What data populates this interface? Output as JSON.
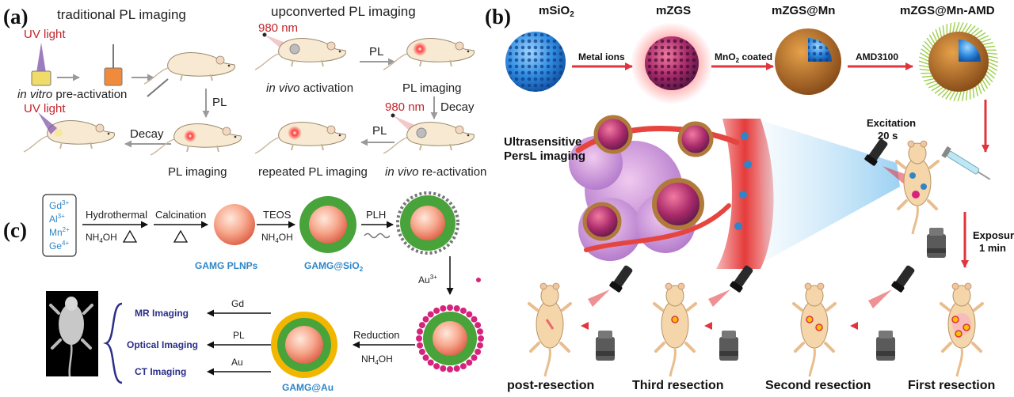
{
  "panel_a": {
    "label": "(a)",
    "traditional_title": "traditional PL imaging",
    "upconverted_title": "upconverted PL imaging",
    "uv_light_top": "UV light",
    "uv_light_bottom": "UV light",
    "in_vitro_italic": "in vitro",
    "in_vitro_rest": " pre-activation",
    "pl_arrow_left": "PL",
    "decay_left": "Decay",
    "pl_imaging_left": "PL imaging",
    "nm980_top": "980 nm",
    "in_vivo_act_italic": "in vivo",
    "in_vivo_act_rest": " activation",
    "pl_arrow_top": "PL",
    "pl_imaging_right": "PL imaging",
    "decay_right": "Decay",
    "nm980_bottom": "980 nm",
    "pl_arrow_bottom": "PL",
    "repeated": "repeated PL imaging",
    "in_vivo_re_italic": "in vivo",
    "in_vivo_re_rest": " re-activation"
  },
  "panel_b": {
    "label": "(b)",
    "msio2": "mSiO",
    "msio2_sub": "2",
    "mzgs": "mZGS",
    "mzgs_mn": "mZGS@Mn",
    "mzgs_mn_amd": "mZGS@Mn-AMD",
    "metal_ions": "Metal ions",
    "mno2_a": "MnO",
    "mno2_sub": "2",
    "mno2_b": " coated",
    "amd3100": "AMD3100",
    "ultrasensitive_1": "Ultrasensitive",
    "ultrasensitive_2": "PersL imaging",
    "excitation_1": "Excitation",
    "excitation_2": "20 s",
    "exposure_1": "Exposure",
    "exposure_2": "1 min",
    "post_resection": "post-resection",
    "third_resection": "Third resection",
    "second_resection": "Second resection",
    "first_resection": "First resection"
  },
  "panel_c": {
    "label": "(c)",
    "ions": [
      "Gd",
      "Al",
      "Mn",
      "Ge"
    ],
    "ion_sups": [
      "3+",
      "3+",
      "2+",
      "4+"
    ],
    "hydrothermal": "Hydrothermal",
    "nh4oh_a": "NH",
    "nh4oh_sub": "4",
    "nh4oh_b": "OH",
    "calcination": "Calcination",
    "teos": "TEOS",
    "plh": "PLH",
    "gamg_plnps": "GAMG  PLNPs",
    "gamg_sio2_a": "GAMG@SiO",
    "gamg_sio2_sub": "2",
    "au3_a": "Au",
    "au3_sup": "3+",
    "reduction": "Reduction",
    "gamg_au": "GAMG@Au",
    "mr_imaging": "MR Imaging",
    "optical_imaging": "Optical Imaging",
    "ct_imaging": "CT  Imaging",
    "gd": "Gd",
    "pl": "PL",
    "au": "Au"
  },
  "colors": {
    "accent_blue": "#2e86c8",
    "red": "#c3242a",
    "navy": "#2b2f88",
    "green": "#47a33a",
    "gold": "#f2b600",
    "magenta": "#d6247d"
  }
}
